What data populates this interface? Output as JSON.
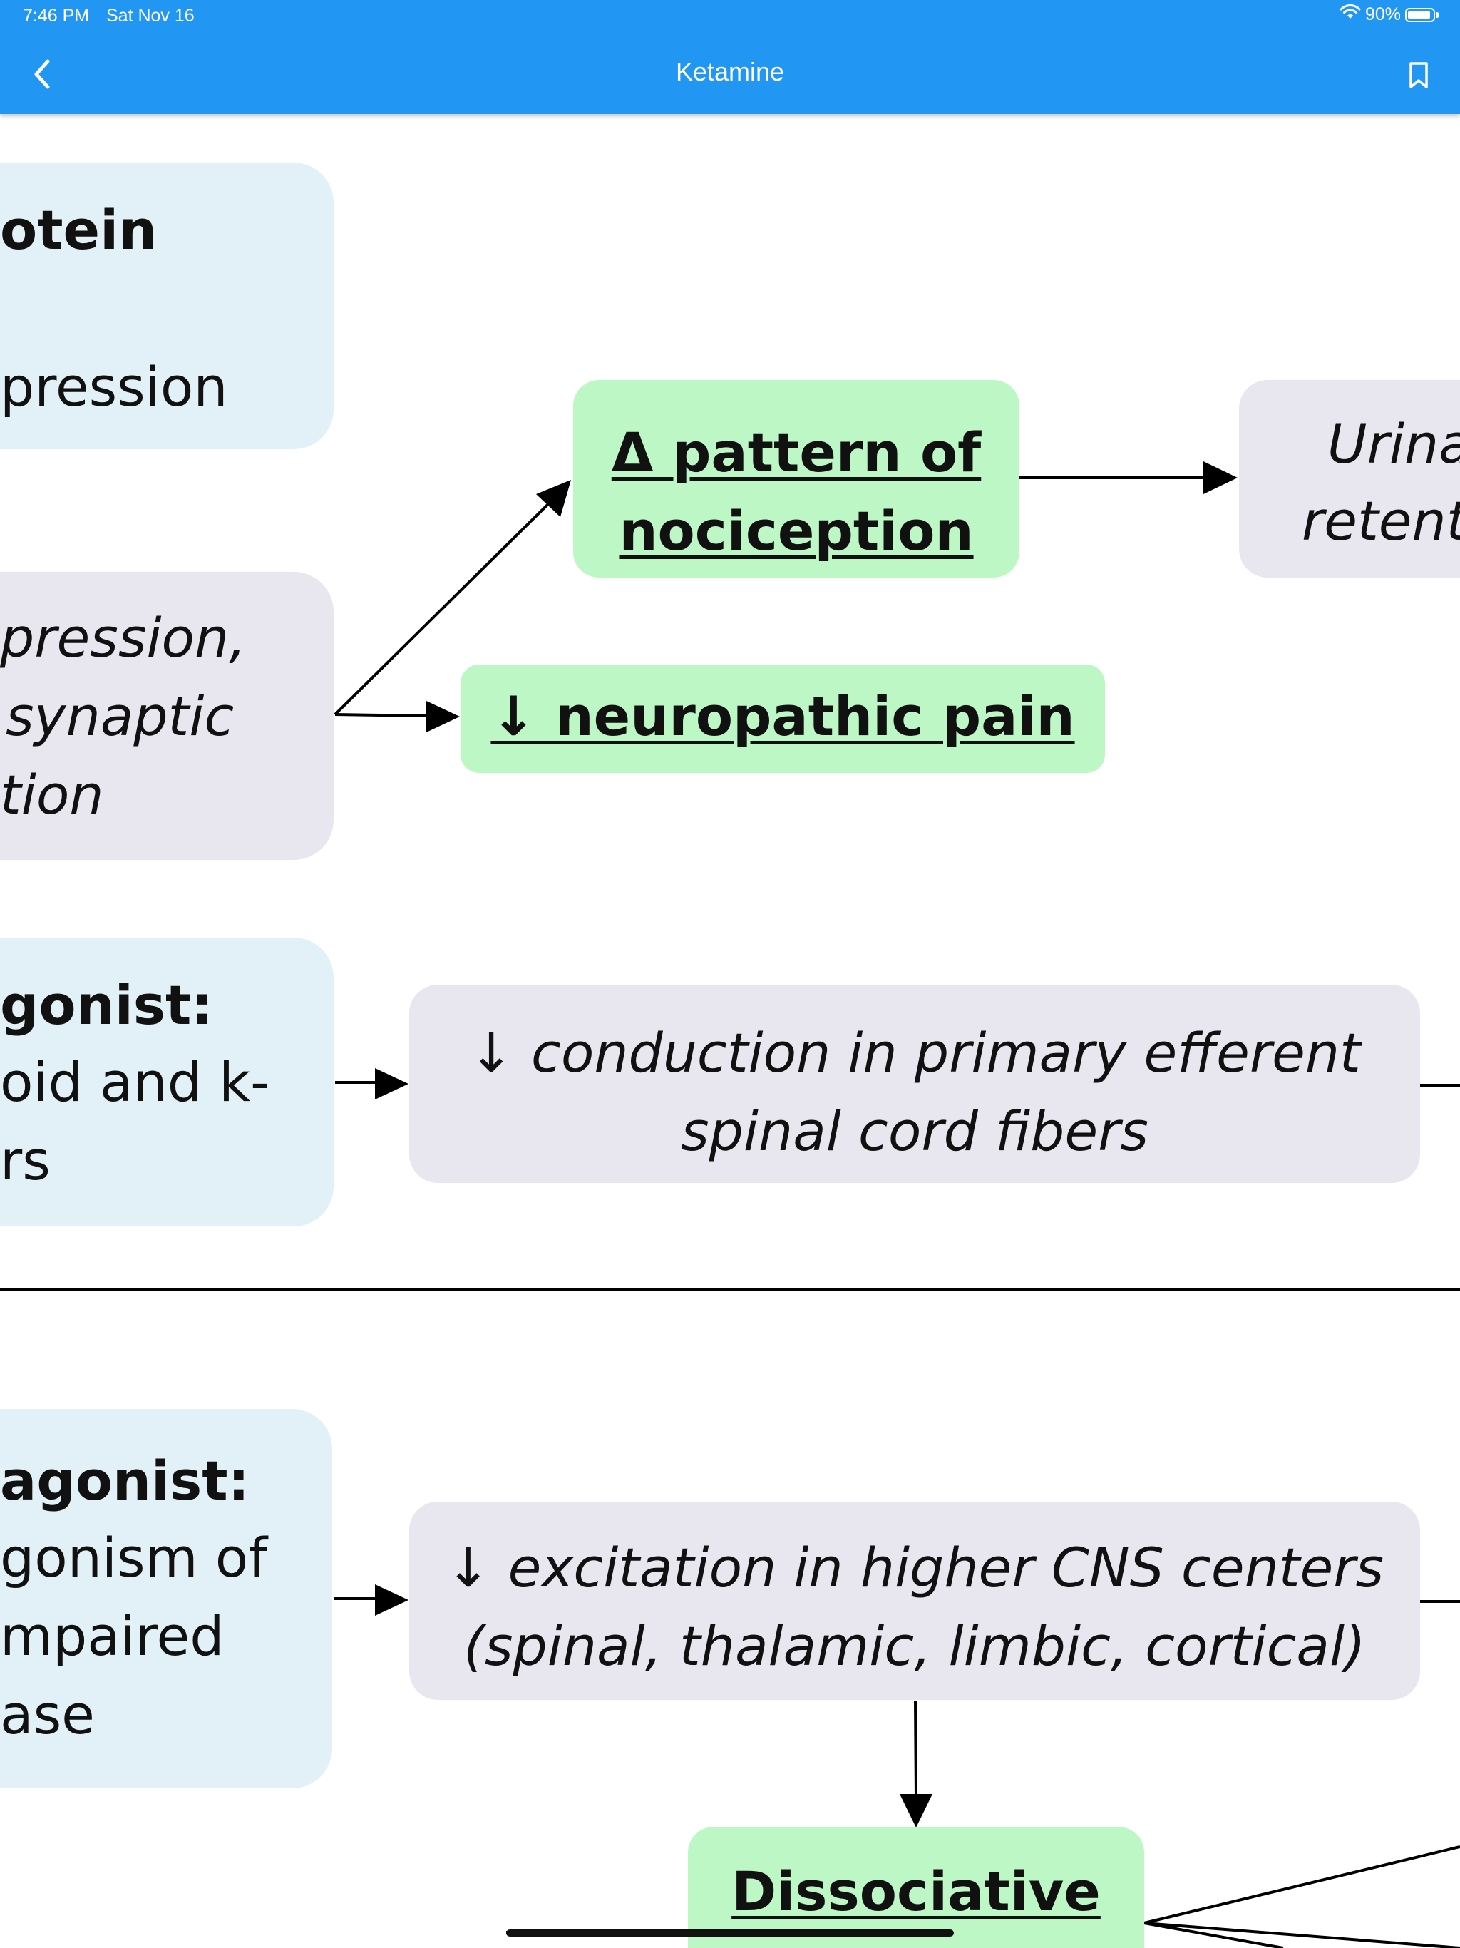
{
  "status_bar": {
    "time": "7:46 PM",
    "date": "Sat Nov 16",
    "battery": "90%",
    "battery_level": 0.9,
    "icons": [
      "wifi-icon",
      "battery-icon"
    ]
  },
  "nav": {
    "title": "Ketamine",
    "back_icon": "chevron-left-icon",
    "bookmark_icon": "bookmark-icon"
  },
  "colors": {
    "nav_bar": "#2196F3",
    "blue_box": "#E2F0F7",
    "grey_box": "#E8E6EE",
    "green_box": "#BDF7C5"
  },
  "diagram": {
    "box1_line1": "otein",
    "box1_line2": "pression",
    "box2_line1": "pression,",
    "box2_line2": "synaptic",
    "box2_line3": "tion",
    "box3_line1": "gonist:",
    "box3_line2": "oid and k-",
    "box3_line3": "rs",
    "box4_line1": "agonist:",
    "box4_line2": "gonism of",
    "box4_line3": "mpaired",
    "box4_line4": "ase",
    "nociception_line1": "Δ pattern of",
    "nociception_line2": "nociception",
    "urinary_line1": "Urina",
    "urinary_line2": "retent",
    "neuropathic": "↓ neuropathic pain",
    "conduction_line1": "↓ conduction in primary efferent",
    "conduction_line2": "spinal cord fibers",
    "excitation_line1": "↓ excitation in higher CNS centers",
    "excitation_line2": "(spinal, thalamic, limbic, cortical)",
    "dissociative": "Dissociative"
  }
}
